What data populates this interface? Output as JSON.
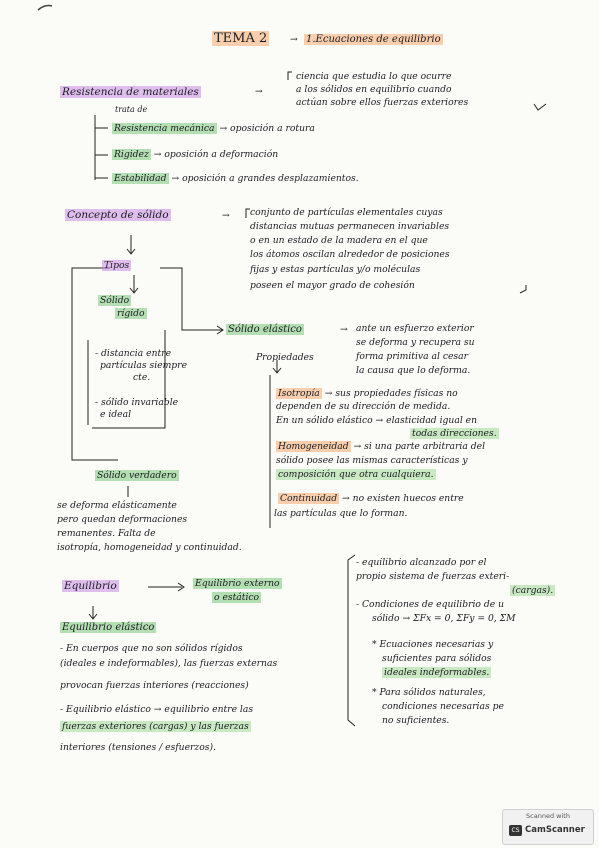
{
  "header": {
    "tema": "TEMA 2",
    "arrow": "→",
    "subtitle": "1.Ecuaciones de equilibrio"
  },
  "resistencia": {
    "title": "Resistencia de materiales",
    "arrow": "→",
    "def": [
      "ciencia que estudia lo que ocurre",
      "a los sólidos en equilibrio cuando",
      "actúan sobre ellos fuerzas exteriores"
    ],
    "trata_de": "trata de",
    "items": [
      {
        "label": "Resistencia mecánica",
        "text": "→ oposición a rotura"
      },
      {
        "label": "Rigidez",
        "text": "→ oposición a deformación"
      },
      {
        "label": "Estabilidad",
        "text": "→ oposición a grandes desplazamientos."
      }
    ]
  },
  "solido": {
    "title": "Concepto de sólido",
    "def": [
      "conjunto de partículas elementales cuyas",
      "distancias mutuas permanecen invariables",
      "o en un estado de la madera en el que",
      "los átomos oscilan alrededor de posiciones",
      "fijas y estas partículas y/o moléculas",
      "poseen el mayor grado de cohesión"
    ],
    "tipos": "Tipos",
    "rigido": [
      "Sólido",
      "rígido"
    ],
    "rigido_notes": [
      "- distancia entre",
      "partículas siempre",
      "cte.",
      "- sólido invariable",
      "e ideal"
    ],
    "verdadero": "Sólido verdadero",
    "verdadero_notes": [
      "se deforma elásticamente",
      "pero quedan deformaciones",
      "remanentes. Falta de",
      "isotropía, homogeneidad y continuidad."
    ],
    "elastico": "Sólido elástico",
    "elastico_def": [
      "ante un esfuerzo exterior",
      "se deforma y recupera su",
      "forma primitiva al cesar",
      "la causa que lo deforma."
    ],
    "propiedades": "Propiedades",
    "isotropia": {
      "label": "Isotropía",
      "lines": [
        "→ sus propiedades físicas no",
        "dependen de su dirección de medida.",
        "En un sólido elástico → elasticidad igual en",
        "todas direcciones."
      ]
    },
    "homogeneidad": {
      "label": "Homogeneidad",
      "lines": [
        "→ si una parte arbitraria del",
        "sólido posee las mismas características y",
        "composición que otra cualquiera."
      ]
    },
    "continuidad": {
      "label": "Continuidad",
      "lines": [
        "→ no existen huecos entre",
        "las partículas que lo forman."
      ]
    }
  },
  "equilibrio": {
    "title": "Equilibrio",
    "externo": [
      "Equilibrio externo",
      "o estático"
    ],
    "elastico": "Equilibrio elástico",
    "elastico_text": [
      "- En cuerpos que no son sólidos rígidos",
      "(ideales e indeformables), las fuerzas externas",
      "provocan fuerzas interiores (reacciones)",
      "- Equilibrio elástico → equilibrio entre las",
      "fuerzas exteriores (cargas) y las fuerzas",
      "interiores (tensiones / esfuerzos)."
    ],
    "right": [
      "- equilibrio alcanzado por el",
      "propio sistema de fuerzas exteri-",
      "(cargas).",
      "- Condiciones de equilibrio de u",
      "sólido → ΣFx = 0, ΣFy = 0, ΣM",
      "* Ecuaciones necesarias y",
      "suficientes para sólidos",
      "ideales indeformables.",
      "* Para sólidos naturales,",
      "condiciones necesarias pe",
      "no suficientes."
    ]
  },
  "scanner": {
    "scanned": "Scanned with",
    "brand": "CamScanner",
    "logo": "CS"
  }
}
